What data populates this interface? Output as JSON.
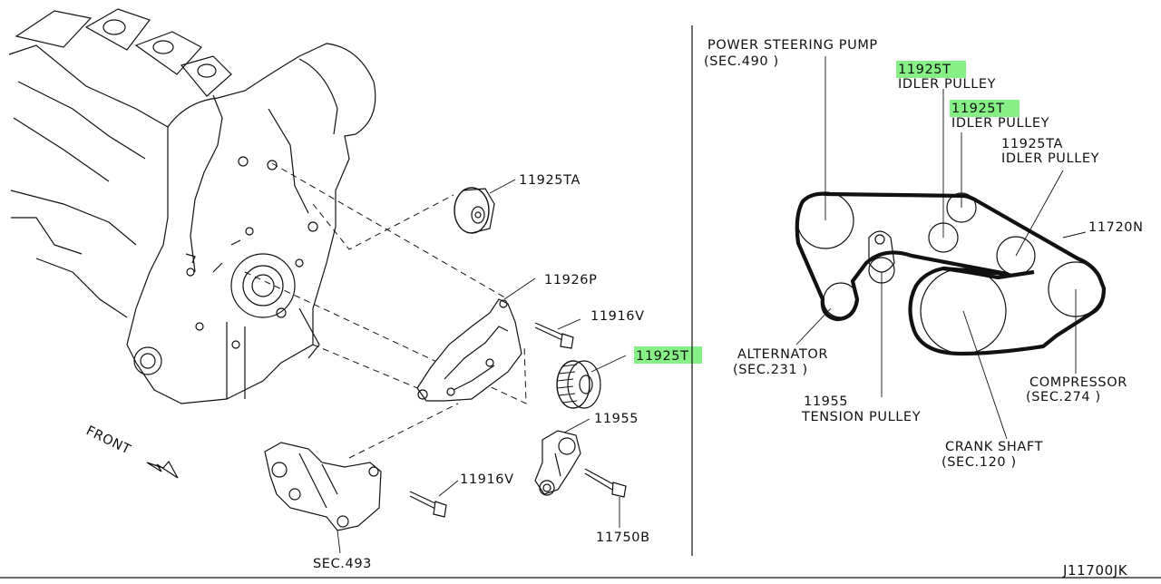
{
  "diagram_id": "J11700JK",
  "colors": {
    "line": "#111111",
    "highlight": "#86ef86",
    "background": "#ffffff"
  },
  "left_panel": {
    "parts": [
      {
        "key": "11925TA_upper",
        "code": "11925TA"
      },
      {
        "key": "11926P",
        "code": "11926P"
      },
      {
        "key": "11916V_upper",
        "code": "11916V"
      },
      {
        "key": "11925T_left",
        "code": "11925T",
        "highlighted": true
      },
      {
        "key": "11955",
        "code": "11955"
      },
      {
        "key": "11916V_lower",
        "code": "11916V"
      },
      {
        "key": "11750B",
        "code": "11750B"
      },
      {
        "key": "sec493",
        "code": "SEC.493"
      }
    ],
    "front_label": "FRONT"
  },
  "right_panel": {
    "callouts": {
      "power_steering": {
        "line1": "POWER STEERING PUMP",
        "line2": "(SEC.490 )"
      },
      "idler1": {
        "code": "11925T",
        "name": "IDLER PULLEY",
        "highlighted": true
      },
      "idler2": {
        "code": "11925T",
        "name": "IDLER PULLEY",
        "highlighted": true
      },
      "idler3": {
        "code": "11925TA",
        "name": "IDLER PULLEY"
      },
      "belt": {
        "code": "11720N"
      },
      "alternator": {
        "line1": "ALTERNATOR",
        "line2": "(SEC.231 )"
      },
      "tension": {
        "line1": "11955",
        "line2": "TENSION PULLEY"
      },
      "crank": {
        "line1": "CRANK SHAFT",
        "line2": "(SEC.120 )"
      },
      "compressor": {
        "line1": "COMPRESSOR",
        "line2": "(SEC.274 )"
      }
    }
  }
}
